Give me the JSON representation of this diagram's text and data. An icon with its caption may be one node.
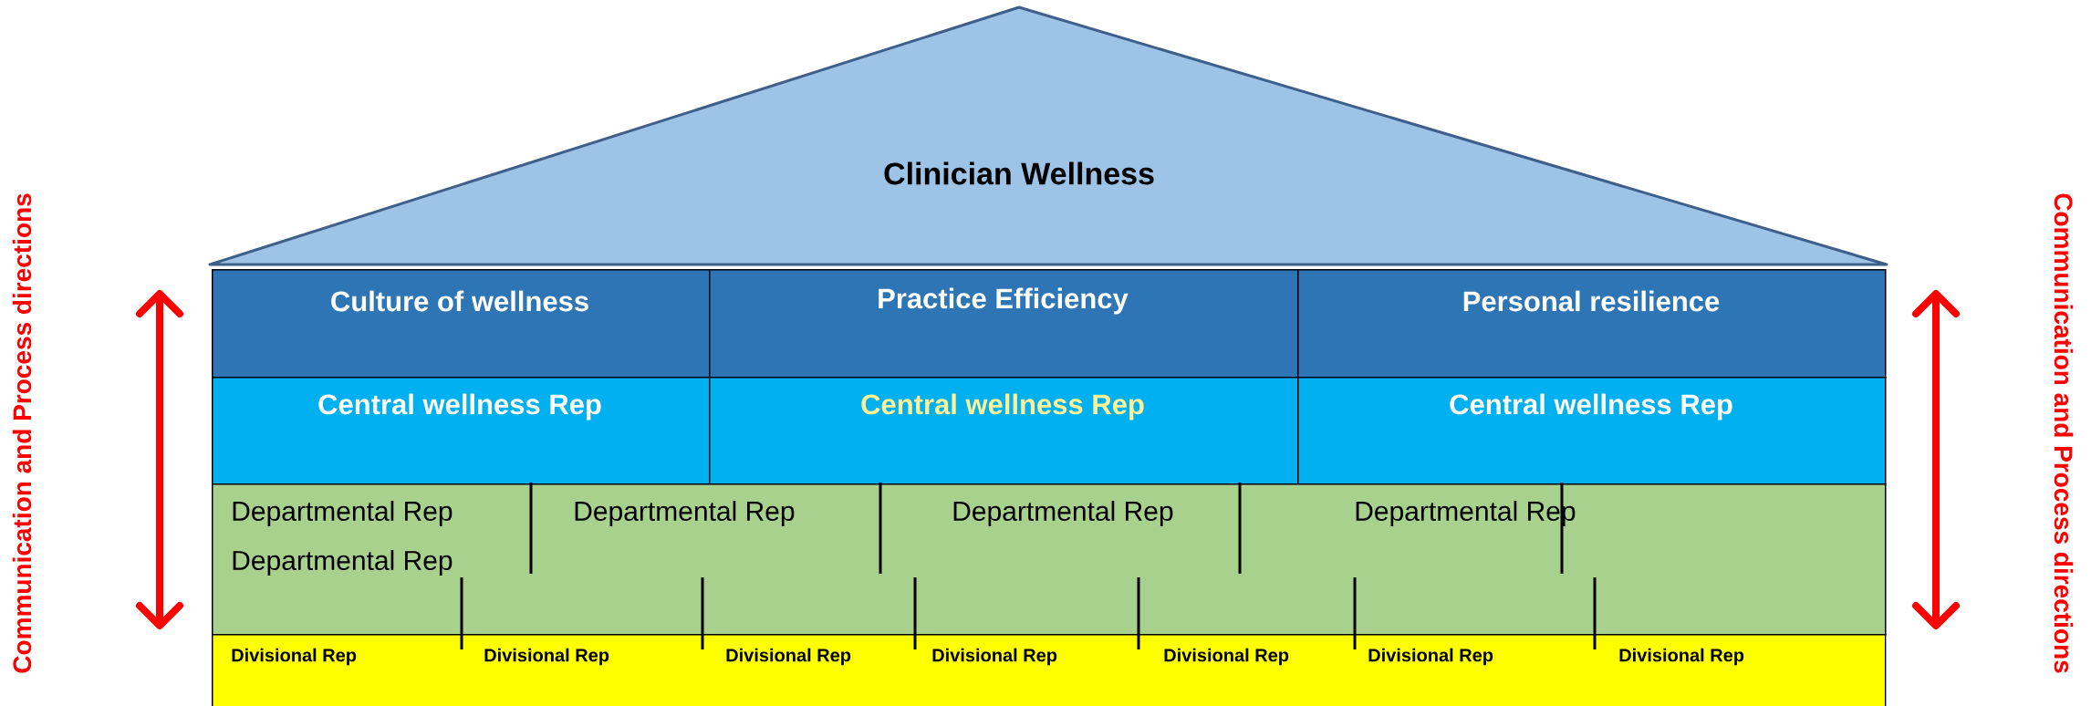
{
  "diagram": {
    "nodes": [
      {
        "text": [
          "Clinician Wellness"
        ]
      },
      {
        "text": [
          "Culture of wellness"
        ]
      },
      {
        "text": [
          "Practice Efficiency"
        ]
      },
      {
        "text": [
          "Personal resilience"
        ]
      },
      {
        "text": [
          "Central wellness Rep"
        ]
      },
      {
        "text": [
          "Central wellness Rep"
        ]
      },
      {
        "text": [
          "Central wellness Rep"
        ]
      },
      {
        "text": [
          "Departmental Rep",
          "Departmental Rep",
          "Departmental Rep",
          "Departmental Rep",
          "Departmental Rep"
        ]
      },
      {
        "text": [
          "Divisional Rep",
          "Divisional Rep",
          "Divisional Rep",
          "Divisional Rep",
          "Divisional Rep",
          "Divisional Rep",
          "Divisional Rep"
        ]
      }
    ],
    "labels": [
      "Communication and Process directions",
      "Communication and Process directions"
    ]
  }
}
